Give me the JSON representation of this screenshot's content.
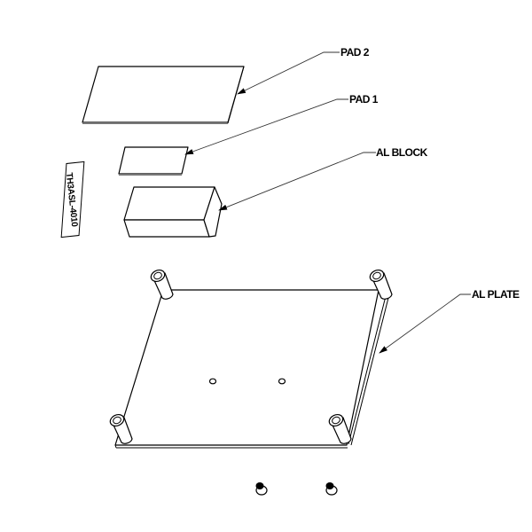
{
  "diagram": {
    "type": "exploded-assembly-drawing",
    "labels": {
      "pad2": "PAD 2",
      "pad1": "PAD 1",
      "al_block": "AL BLOCK",
      "al_plate": "AL PLATE"
    },
    "part_tag": "TH3ASL-4010",
    "components": [
      {
        "id": "pad2",
        "name": "PAD 2",
        "shape": "thin plate"
      },
      {
        "id": "pad1",
        "name": "PAD 1",
        "shape": "thin plate"
      },
      {
        "id": "al_block",
        "name": "AL BLOCK",
        "shape": "rectangular block"
      },
      {
        "id": "al_plate",
        "name": "AL PLATE",
        "shape": "plate with 4 standoffs and 2 holes"
      },
      {
        "id": "screws",
        "name": "screws",
        "count": 2
      }
    ],
    "colors": {
      "line": "#000000",
      "background": "#ffffff",
      "shadow_edge": "#777777"
    }
  }
}
